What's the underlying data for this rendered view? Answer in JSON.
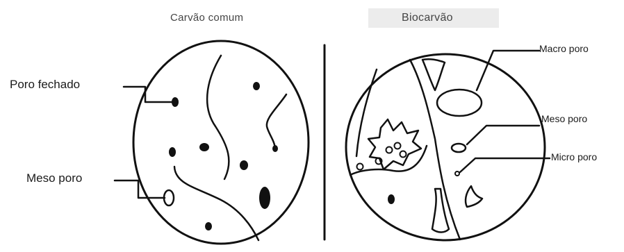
{
  "titles": {
    "left": "Carvão comum",
    "right": "Biocarvão"
  },
  "left_labels": {
    "closed_pore": "Poro fechado",
    "meso_pore": "Meso poro"
  },
  "right_labels": {
    "macro_pore": "Macro poro",
    "meso_pore": "Meso poro",
    "micro_pore": "Micro poro"
  },
  "colors": {
    "ink": "#111111",
    "background": "#ffffff",
    "title_highlight": "#ececec"
  }
}
